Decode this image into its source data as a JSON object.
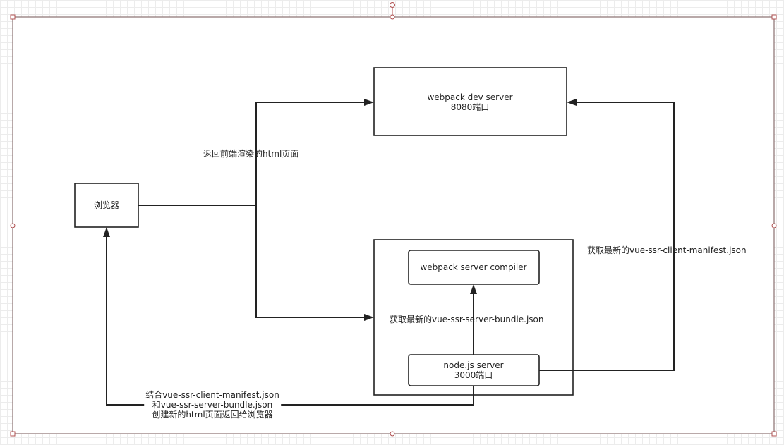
{
  "nodes": {
    "webpack_dev_server": {
      "line1": "webpack dev server",
      "line2": "8080端口"
    },
    "browser": {
      "label": "浏览器"
    },
    "webpack_server_compiler": {
      "label": "webpack server compiler"
    },
    "nodejs_server": {
      "line1": "node.js server",
      "line2": "3000端口"
    }
  },
  "edges": {
    "browser_to_servers": "返回前端渲染的html页面",
    "node_to_compiler": "获取最新的vue-ssr-server-bundle.json",
    "node_to_dev_server": "获取最新的vue-ssr-client-manifest.json",
    "node_to_browser": {
      "line1": "结合vue-ssr-client-manifest.json",
      "line2": "和vue-ssr-server-bundle.json",
      "line3": "创建新的html页面返回给浏览器"
    }
  }
}
